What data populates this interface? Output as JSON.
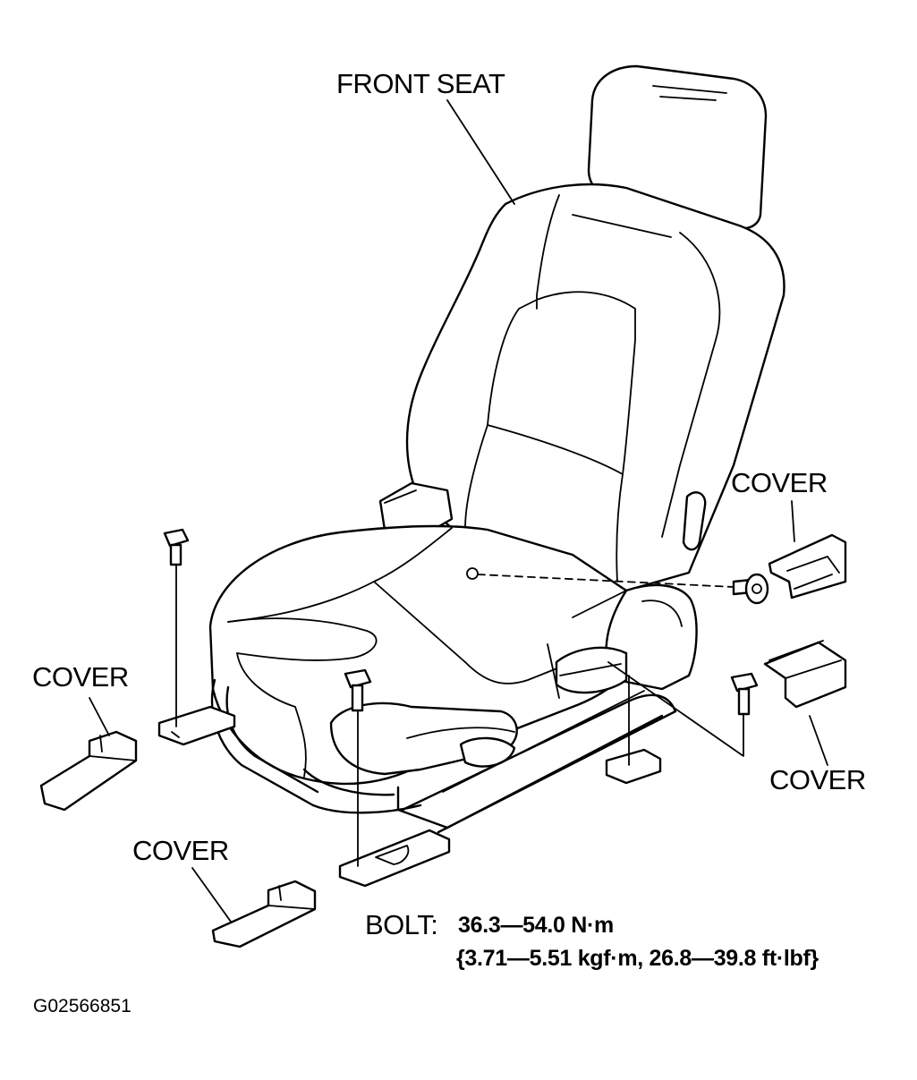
{
  "labels": {
    "front_seat": "FRONT SEAT",
    "cover_upper_right": "COVER",
    "cover_left": "COVER",
    "cover_lower_right": "COVER",
    "cover_bottom": "COVER",
    "bolt_label": "BOLT:",
    "torque_primary": "36.3—54.0 N·m",
    "torque_secondary": "{3.71—5.51 kgf·m, 26.8—39.8 ft·lbf}",
    "figure_id": "G02566851"
  }
}
